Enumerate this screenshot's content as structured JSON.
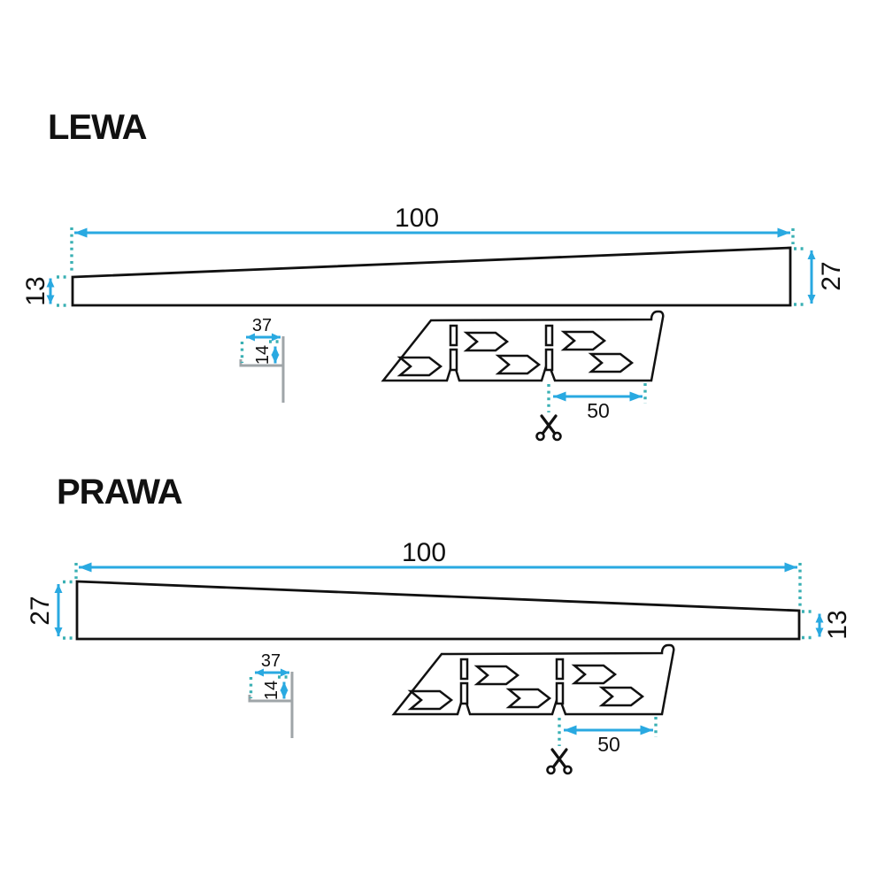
{
  "page": {
    "background": "#ffffff"
  },
  "colors": {
    "dimension_blue": "#29A9E1",
    "extension_teal": "#3AB0B4",
    "outline_black": "#111111",
    "profile_gray": "#9FA5A8"
  },
  "sections": {
    "lewa": {
      "title": "LEWA",
      "dimensions": {
        "length": "100",
        "left_height": "13",
        "right_height": "27"
      }
    },
    "prawa": {
      "title": "PRAWA",
      "dimensions": {
        "length": "100",
        "left_height": "27",
        "right_height": "13"
      }
    }
  },
  "details": {
    "end_profile": {
      "width": "37",
      "height": "14"
    },
    "cutting": {
      "segment_length": "50"
    }
  },
  "icons": {
    "cut": "scissors-icon"
  }
}
